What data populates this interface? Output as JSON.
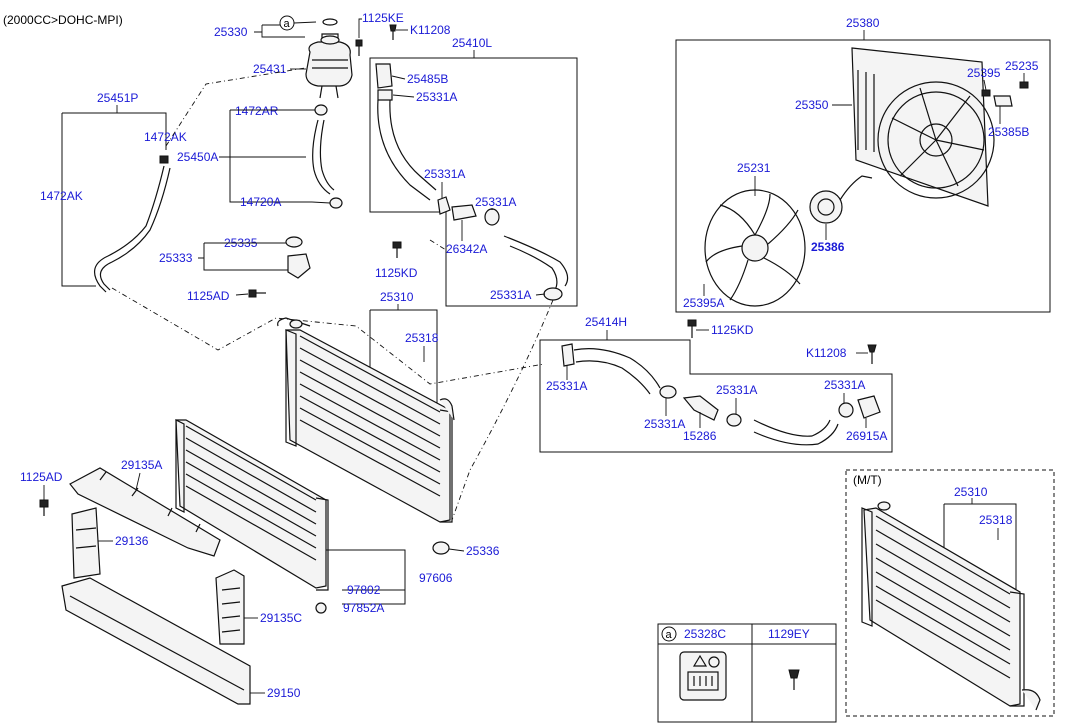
{
  "header": {
    "engine": "(2000CC>DOHC-MPI)"
  },
  "labels": {
    "p25330": "25330",
    "p1125KE": "1125KE",
    "pK11208_top": "K11208",
    "p25410L": "25410L",
    "p25431": "25431",
    "p25485B": "25485B",
    "p25331A_1": "25331A",
    "p25451P": "25451P",
    "p1472AR": "1472AR",
    "p1472AK_1": "1472AK",
    "p25450A": "25450A",
    "p1472AK_2": "1472AK",
    "p14720A": "14720A",
    "p25331A_2": "25331A",
    "p25331A_3": "25331A",
    "p26342A": "26342A",
    "p25335": "25335",
    "p25333": "25333",
    "p1125KD_1": "1125KD",
    "p1125AD_1": "1125AD",
    "p25310_1": "25310",
    "p25331A_4": "25331A",
    "p25318_1": "25318",
    "p25380": "25380",
    "p25395": "25395",
    "p25235": "25235",
    "p25350": "25350",
    "p25385B": "25385B",
    "p25231": "25231",
    "p25386": "25386",
    "p25395A": "25395A",
    "p25414H": "25414H",
    "p1125KD_2": "1125KD",
    "pK11208_2": "K11208",
    "p25331A_5": "25331A",
    "p25331A_6": "25331A",
    "p25331A_7": "25331A",
    "p25331A_8": "25331A",
    "p15286": "15286",
    "p26915A": "26915A",
    "p1125AD_2": "1125AD",
    "p29135A": "29135A",
    "p29136": "29136",
    "p25336": "25336",
    "p97606": "97606",
    "p97802": "97802",
    "p97852A": "97852A",
    "p29135C": "29135C",
    "p29150": "29150",
    "mt_title": "(M/T)",
    "p25310_mt": "25310",
    "p25318_mt": "25318"
  },
  "legend": {
    "ref_letter": "a",
    "ref_letter_top": "a",
    "col1_part": "25328C",
    "col2_part": "1129EY"
  }
}
